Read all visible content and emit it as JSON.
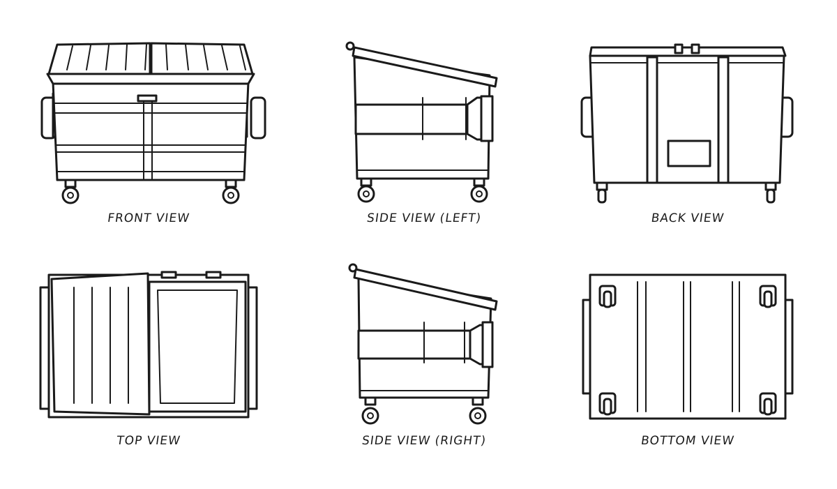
{
  "views": [
    {
      "key": "front",
      "caption": "FRONT VIEW"
    },
    {
      "key": "side_left",
      "caption": "SIDE VIEW (LEFT)"
    },
    {
      "key": "back",
      "caption": "BACK VIEW"
    },
    {
      "key": "top",
      "caption": "TOP VIEW"
    },
    {
      "key": "side_right",
      "caption": "SIDE VIEW (RIGHT)"
    },
    {
      "key": "bottom",
      "caption": "BOTTOM VIEW"
    }
  ],
  "colors": {
    "line": "#1a1a1a",
    "background": "#ffffff"
  }
}
